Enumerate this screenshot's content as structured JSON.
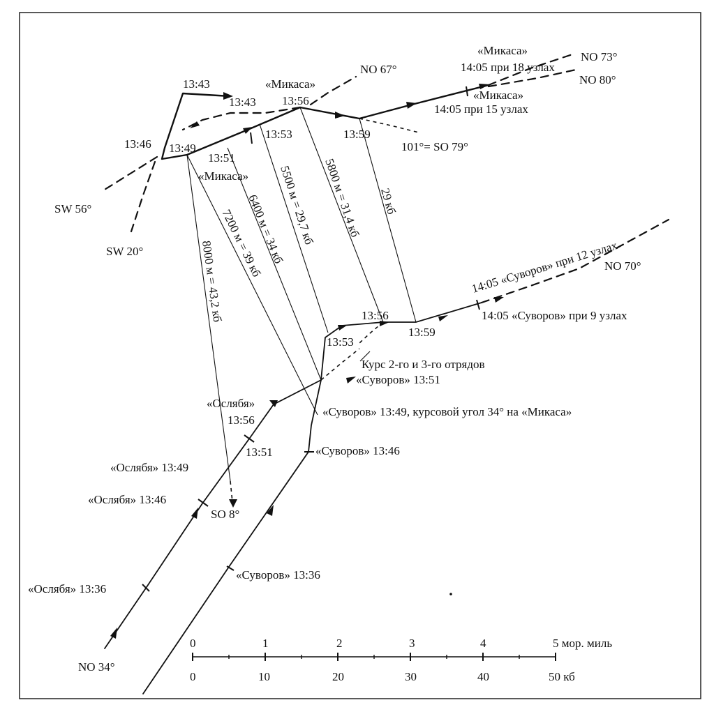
{
  "headings": {
    "no67": "NO 67°",
    "no73": "NO 73°",
    "no80": "NO 80°",
    "so79": "101°= SO 79°",
    "sw56": "SW 56°",
    "sw20": "SW 20°",
    "no70": "NO 70°",
    "no34": "NO 34°",
    "so8": "SO 8°"
  },
  "mikasa": {
    "label_top": "«Микаса»",
    "label_1405_18": "14:05 при 18 узлах",
    "label_mid": "«Микаса»",
    "label_1405_15": "14:05 при 15 узлах",
    "label_left": "«Микаса»",
    "t1343a": "13:43",
    "t1343b": "13:43",
    "t1346": "13:46",
    "t1349": "13:49",
    "t1351": "13:51",
    "t1353": "13:53",
    "t1356": "13:56",
    "t1359": "13:59"
  },
  "ranges": {
    "r8000": "8000 м = 43,2 кб",
    "r7200": "7200 м = 39 кб",
    "r6400": "6400 м = 34 кб",
    "r5500": "5500 м = 29,7 кб",
    "r5800": "5800 м = 31,4 кб",
    "r29": "29 кб"
  },
  "suvorov": {
    "label_1405_12": "14:05 «Суворов» при 12 узлах",
    "label_1405_9": "14:05 «Суворов» при 9 узлах",
    "t1356": "13:56",
    "t1359": "13:59",
    "t1353": "13:53",
    "course": "Курс 2-го и 3-го отрядов",
    "s1351": "«Суворов» 13:51",
    "s1349": "«Суворов» 13:49, курсовой угол 34° на «Микаса»",
    "s1346": "«Суворов» 13:46",
    "s1336": "«Суворов» 13:36"
  },
  "oslyabya": {
    "top": "«Ослябя»",
    "t1356": "13:56",
    "t1351": "13:51",
    "s1349": "«Ослябя» 13:49",
    "s1346": "«Ослябя» 13:46",
    "s1336": "«Ослябя» 13:36"
  },
  "scale": {
    "top": [
      "0",
      "1",
      "2",
      "3",
      "4",
      "5 мор. миль"
    ],
    "bottom": [
      "0",
      "10",
      "20",
      "30",
      "40",
      "50 кб"
    ]
  }
}
